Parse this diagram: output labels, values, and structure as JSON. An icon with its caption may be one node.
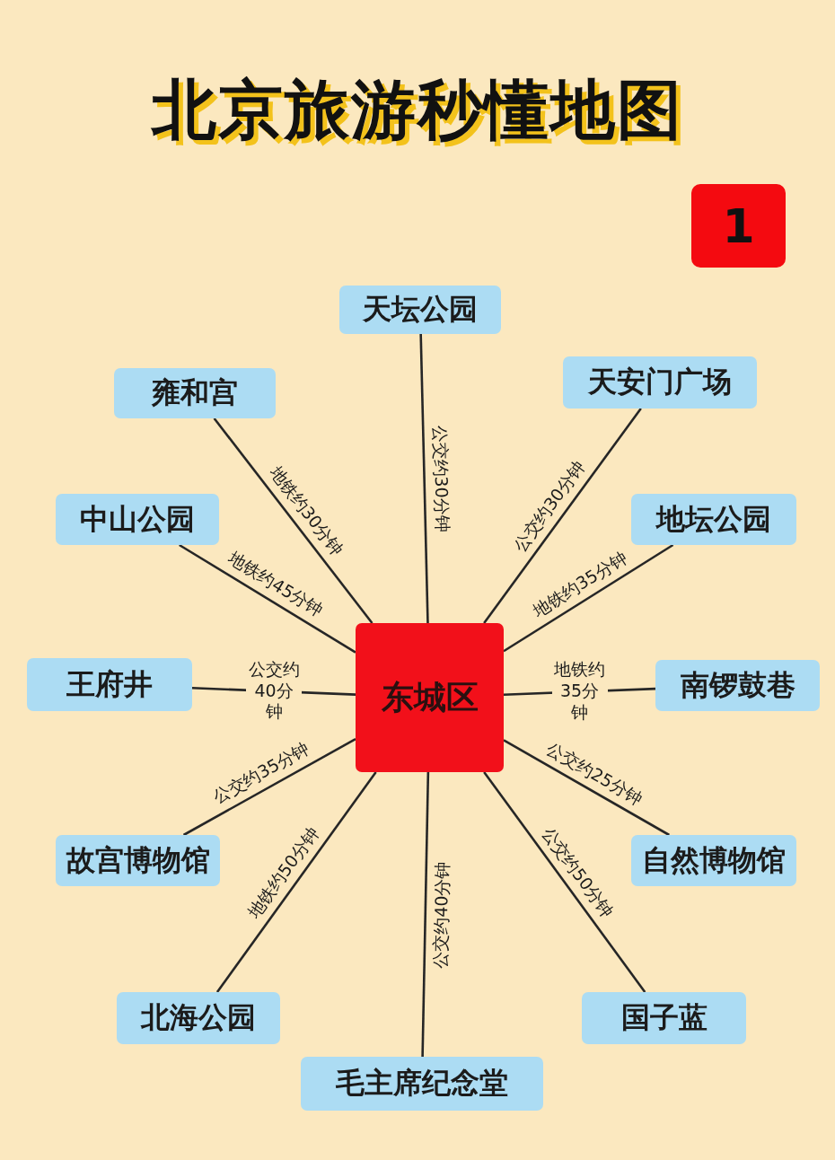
{
  "diagram": {
    "title": "北京旅游秒懂地图",
    "nodes": [
      {
        "text": [
          "1"
        ]
      },
      {
        "text": [
          "天坛公园"
        ]
      },
      {
        "text": [
          "雍和宫"
        ]
      },
      {
        "text": [
          "天安门广场"
        ]
      },
      {
        "text": [
          "中山公园"
        ]
      },
      {
        "text": [
          "地坛公园"
        ]
      },
      {
        "text": [
          "东城区"
        ]
      },
      {
        "text": [
          "王府井"
        ]
      },
      {
        "text": [
          "南锣鼓巷"
        ]
      },
      {
        "text": [
          "故宫博物馆"
        ]
      },
      {
        "text": [
          "自然博物馆"
        ]
      },
      {
        "text": [
          "北海公园"
        ]
      },
      {
        "text": [
          "国子蓝"
        ]
      },
      {
        "text": [
          "毛主席纪念堂"
        ]
      }
    ],
    "edges": [
      {
        "from": 6,
        "to": 1,
        "arrow": "none",
        "label": "公交约30分钟"
      },
      {
        "from": 6,
        "to": 2,
        "arrow": "none",
        "label": "地铁约30分钟"
      },
      {
        "from": 6,
        "to": 3,
        "arrow": "none",
        "label": "公交约30分钟"
      },
      {
        "from": 6,
        "to": 4,
        "arrow": "none",
        "label": "地铁约45分钟"
      },
      {
        "from": 6,
        "to": 5,
        "arrow": "none",
        "label": "地铁约35分钟"
      },
      {
        "from": 6,
        "to": 7,
        "arrow": "none",
        "label": "公交约40分钟"
      },
      {
        "from": 6,
        "to": 8,
        "arrow": "none",
        "label": "地铁约35分钟"
      },
      {
        "from": 6,
        "to": 9,
        "arrow": "none",
        "label": "公交约35分钟"
      },
      {
        "from": 6,
        "to": 10,
        "arrow": "none",
        "label": "公交约25分钟"
      },
      {
        "from": 6,
        "to": 11,
        "arrow": "none",
        "label": "地铁约50分钟"
      },
      {
        "from": 6,
        "to": 12,
        "arrow": "none",
        "label": "公交约50分钟"
      },
      {
        "from": 6,
        "to": 13,
        "arrow": "none",
        "label": "公交约40分钟"
      }
    ]
  }
}
